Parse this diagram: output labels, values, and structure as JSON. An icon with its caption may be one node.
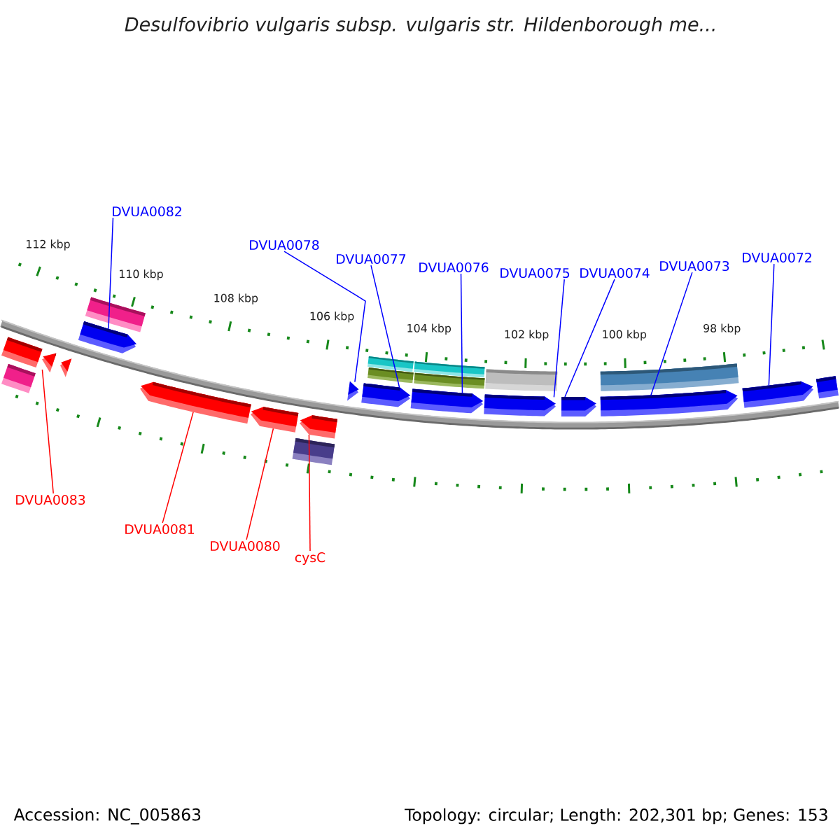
{
  "diagram": {
    "title": "Desulfovibrio vulgaris subsp. vulgaris str. Hildenborough me...",
    "nodes": [
      {
        "text": [
          "DVUA0082"
        ]
      },
      {
        "text": [
          "DVUA0078"
        ]
      },
      {
        "text": [
          "DVUA0077"
        ]
      },
      {
        "text": [
          "DVUA0076"
        ]
      },
      {
        "text": [
          "DVUA0075"
        ]
      },
      {
        "text": [
          "DVUA0074"
        ]
      },
      {
        "text": [
          "DVUA0073"
        ]
      },
      {
        "text": [
          "DVUA0072"
        ]
      },
      {
        "text": [],
        "shape": "arrow"
      },
      {
        "text": [],
        "shape": "arrow"
      },
      {
        "text": [],
        "shape": "arrow"
      },
      {
        "text": [],
        "shape": "arrow"
      },
      {
        "text": [],
        "shape": "arrow"
      },
      {
        "text": [],
        "shape": "arrow"
      },
      {
        "text": [],
        "shape": "arrow"
      },
      {
        "text": [],
        "shape": "arrow"
      },
      {
        "text": [],
        "shape": "arrow"
      },
      {
        "text": [],
        "shape": "arrow"
      },
      {
        "text": [],
        "shape": "arrow"
      },
      {
        "text": [],
        "shape": "arrow"
      },
      {
        "text": [
          "DVUA0083"
        ]
      },
      {
        "text": [
          "DVUA0081"
        ]
      },
      {
        "text": [
          "DVUA0080"
        ]
      },
      {
        "text": [
          "cysC"
        ]
      }
    ],
    "edges": [
      {
        "from": 0,
        "to": 8,
        "arrow": "none"
      },
      {
        "from": 1,
        "to": 9,
        "arrow": "none"
      },
      {
        "from": 2,
        "to": 10,
        "arrow": "none"
      },
      {
        "from": 3,
        "to": 11,
        "arrow": "none"
      },
      {
        "from": 4,
        "to": 12,
        "arrow": "none"
      },
      {
        "from": 5,
        "to": 13,
        "arrow": "none"
      },
      {
        "from": 6,
        "to": 14,
        "arrow": "none"
      },
      {
        "from": 7,
        "to": 15,
        "arrow": "none"
      },
      {
        "from": 20,
        "to": 16,
        "arrow": "none",
        "color": "#ff0000"
      },
      {
        "from": 21,
        "to": 17,
        "arrow": "none",
        "color": "#ff0000"
      },
      {
        "from": 22,
        "to": 18,
        "arrow": "none",
        "color": "#ff0000"
      },
      {
        "from": 23,
        "to": 19,
        "arrow": "none",
        "color": "#ff0000"
      }
    ],
    "labels": [
      "112 kbp",
      "110 kbp",
      "108 kbp",
      "106 kbp",
      "104 kbp",
      "102 kbp",
      "100 kbp",
      "98 kbp",
      "Accession: NC_005863",
      "Topology: circular; Length: 202,301 bp; Genes: 153"
    ]
  }
}
